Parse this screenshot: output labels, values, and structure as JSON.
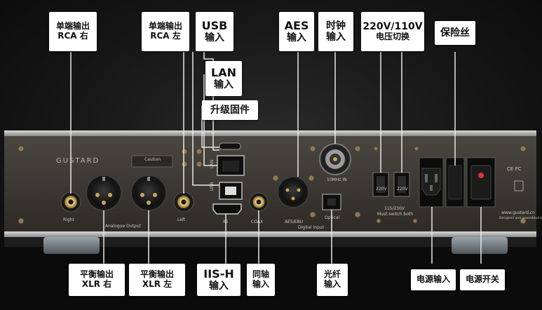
{
  "labels": {
    "rca_right": {
      "line1": "单端输出",
      "line2": "RCA 右"
    },
    "rca_left": {
      "line1": "单端输出",
      "line2": "RCA 左"
    },
    "usb": {
      "line1": "USB",
      "line2": "输入"
    },
    "lan": {
      "line1": "LAN",
      "line2": "输入"
    },
    "firmware": {
      "line1": "升级固件"
    },
    "aes": {
      "line1": "AES",
      "line2": "输入"
    },
    "clock": {
      "line1": "时钟",
      "line2": "输入"
    },
    "voltage": {
      "line1": "220V/110V",
      "line2": "电压切换"
    },
    "fuse": {
      "line1": "保险丝"
    },
    "xlr_right": {
      "line1": "平衡输出",
      "line2": "XLR 右"
    },
    "xlr_left": {
      "line1": "平衡输出",
      "line2": "XLR 左"
    },
    "iis": {
      "line1": "IIS-H",
      "line2": "输入"
    },
    "coax": {
      "line1": "同轴",
      "line2": "输入"
    },
    "optical": {
      "line1": "光纤",
      "line2": "输入"
    },
    "power_in": {
      "line1": "电源输入"
    },
    "power_switch": {
      "line1": "电源开关"
    }
  },
  "panel": {
    "brand": "GUSTARD",
    "right_label": "Right",
    "analogue_output": "Analogue Output",
    "left_label": "Left",
    "lan_tag": "LAN",
    "usb_tag": "USB",
    "iis_tag": "IIS",
    "coax_tag": "COAX",
    "aes_tag": "AES/EBU",
    "digital_input": "Digital Input",
    "optical_tag": "Optical",
    "clock_tag": "10MHz IN",
    "voltage_tag": "115/230V",
    "must_switch": "Must switch both",
    "v_left": "220V",
    "v_right": "220V",
    "caution": "Caution",
    "website": "www.gustard.cn",
    "designed": "Designed and assembled in China",
    "cert": "CE FC"
  },
  "colors": {
    "label_bg": "#ffffff",
    "label_text": "#111111",
    "leader": "#e8e8e8",
    "panel": "#3a3733",
    "gold": "#d4b36a"
  }
}
